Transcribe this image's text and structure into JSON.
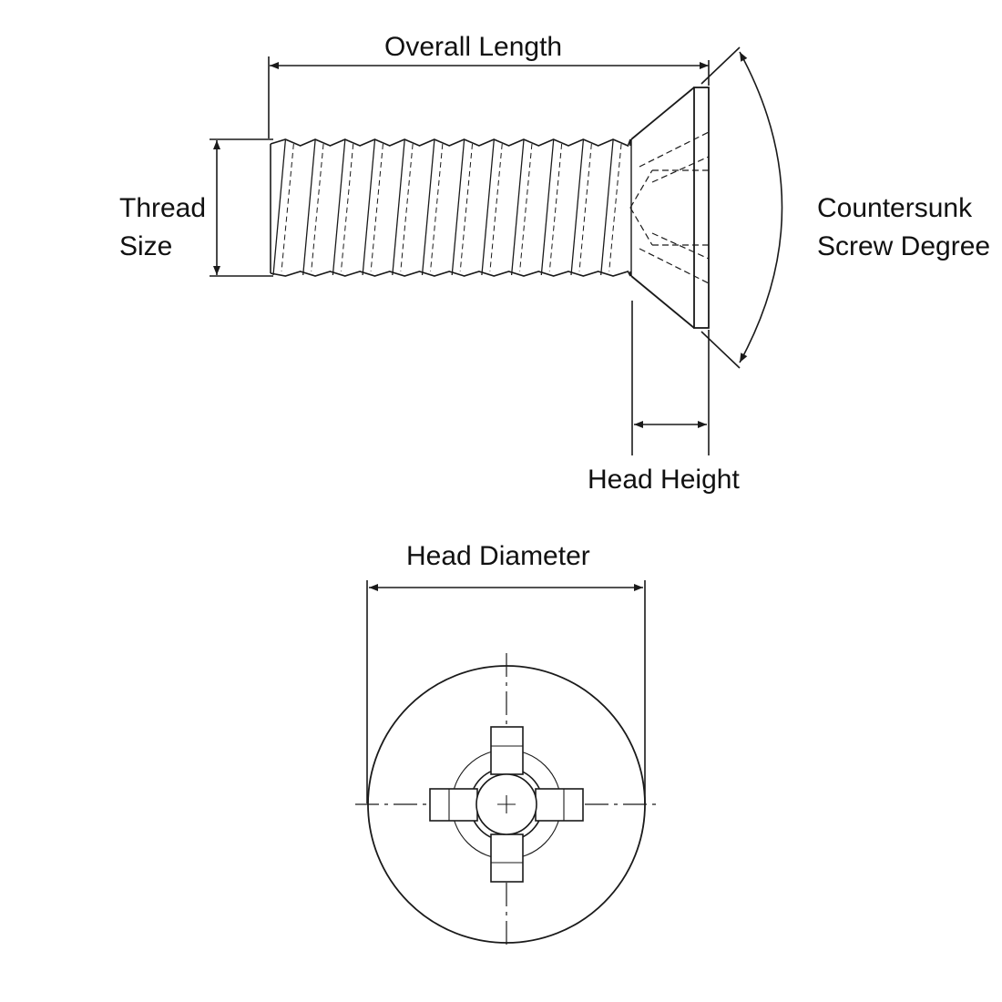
{
  "diagram": {
    "title": "Countersunk Phillips screw dimension diagram",
    "side_view": {
      "labels": {
        "overall_length": "Overall Length",
        "thread_size_line1": "Thread",
        "thread_size_line2": "Size",
        "countersunk_line1": "Countersunk",
        "countersunk_line2": "Screw Degree",
        "head_height": "Head Height"
      }
    },
    "top_view": {
      "labels": {
        "head_diameter": "Head Diameter"
      }
    }
  },
  "colors": {
    "line": "#1a1a1a",
    "background": "#ffffff"
  }
}
